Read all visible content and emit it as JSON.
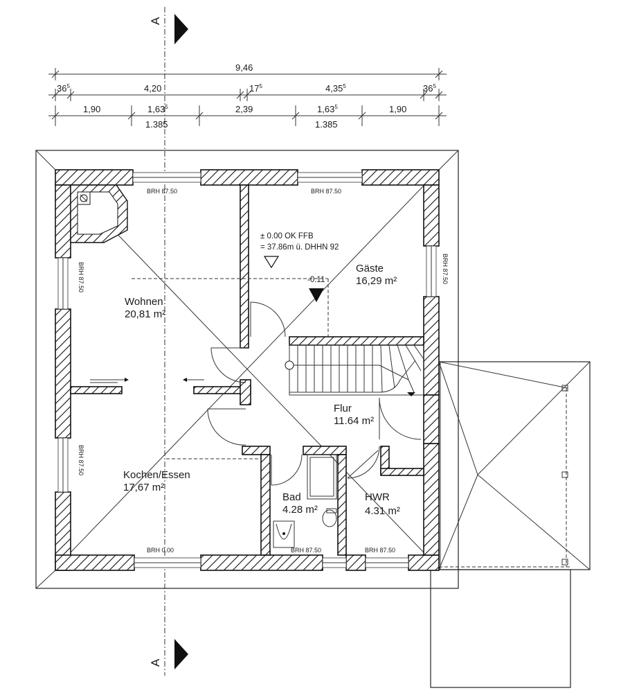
{
  "section_marker": {
    "letter": "A"
  },
  "dimensions": {
    "overall": "9,46",
    "row2": [
      {
        "main": "36",
        "sup": "5"
      },
      {
        "main": "4,20",
        "sup": ""
      },
      {
        "main": "17",
        "sup": "5"
      },
      {
        "main": "4,35",
        "sup": "5"
      },
      {
        "main": "36",
        "sup": "5"
      }
    ],
    "row3": [
      {
        "main": "1,90",
        "sup": ""
      },
      {
        "main": "1,63",
        "sup": "5"
      },
      {
        "main": "2,39",
        "sup": ""
      },
      {
        "main": "1,63",
        "sup": "5"
      },
      {
        "main": "1,90",
        "sup": ""
      }
    ],
    "row4": [
      "1.385",
      "1.385"
    ]
  },
  "window_labels": {
    "top_left": "BRH 87.50",
    "top_right": "BRH 87.50",
    "left_upper": "BRH 87.50",
    "left_lower": "BRH 87.50",
    "right": "BRH 87.50",
    "bottom_left": "BRH 0.00",
    "bottom_bad": "BRH 87.50",
    "bottom_hwr": "BRH 87.50"
  },
  "level": {
    "line1": "± 0.00 OK FFB",
    "line2": "= 37.86m ü. DHHN 92",
    "step": "-0.11"
  },
  "rooms": [
    {
      "name": "Wohnen",
      "area": "20,81 m²"
    },
    {
      "name": "Gäste",
      "area": "16,29 m²"
    },
    {
      "name": "Flur",
      "area": "11.64 m²"
    },
    {
      "name": "Kochen/Essen",
      "area": "17,67 m²"
    },
    {
      "name": "Bad",
      "area": "4.28 m²"
    },
    {
      "name": "HWR",
      "area": "4.31 m²"
    }
  ]
}
